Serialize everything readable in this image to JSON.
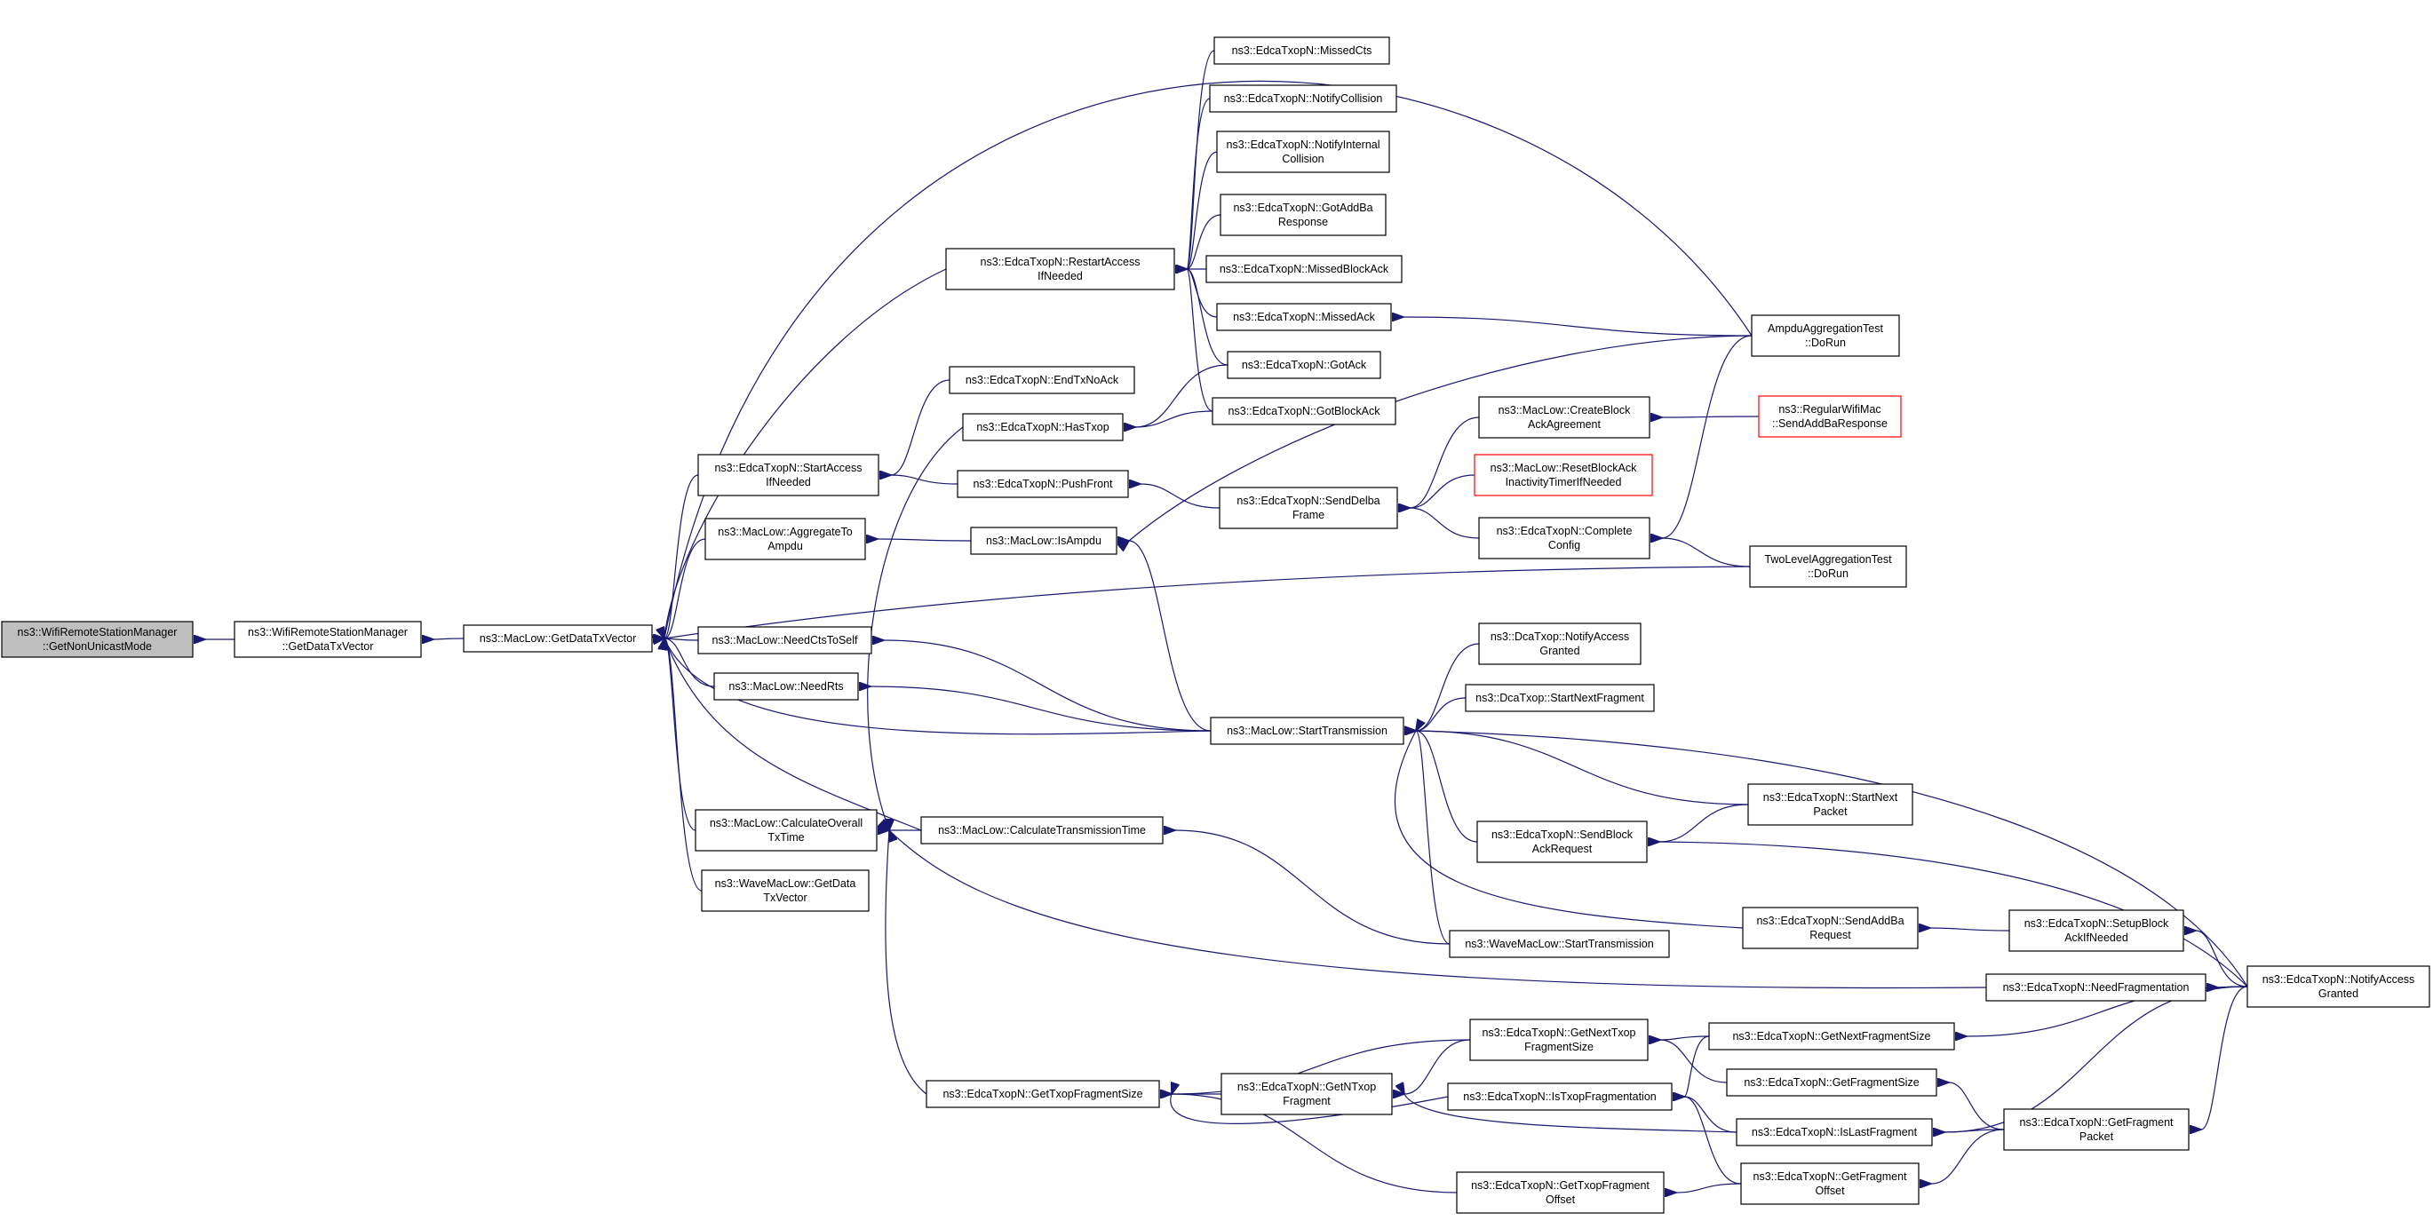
{
  "nodes": [
    {
      "id": "root",
      "lines": [
        "ns3::WifiRemoteStationManager",
        "::GetNonUnicastMode"
      ],
      "root": true
    },
    {
      "id": "wrsm_gdtv",
      "lines": [
        "ns3::WifiRemoteStationManager",
        "::GetDataTxVector"
      ]
    },
    {
      "id": "ml_gdtv",
      "lines": [
        "ns3::MacLow::GetDataTxVector"
      ]
    },
    {
      "id": "rai",
      "lines": [
        "ns3::EdcaTxopN::RestartAccess",
        "IfNeeded"
      ]
    },
    {
      "id": "sai",
      "lines": [
        "ns3::EdcaTxopN::StartAccess",
        "IfNeeded"
      ]
    },
    {
      "id": "agg",
      "lines": [
        "ns3::MacLow::AggregateTo",
        "Ampdu"
      ]
    },
    {
      "id": "ncts",
      "lines": [
        "ns3::MacLow::NeedCtsToSelf"
      ]
    },
    {
      "id": "nrts",
      "lines": [
        "ns3::MacLow::NeedRts"
      ]
    },
    {
      "id": "cotx",
      "lines": [
        "ns3::MacLow::CalculateOverall",
        "TxTime"
      ]
    },
    {
      "id": "wml_gdtv",
      "lines": [
        "ns3::WaveMacLow::GetData",
        "TxVector"
      ]
    },
    {
      "id": "mcts",
      "lines": [
        "ns3::EdcaTxopN::MissedCts"
      ]
    },
    {
      "id": "ncol",
      "lines": [
        "ns3::EdcaTxopN::NotifyCollision"
      ]
    },
    {
      "id": "nicol",
      "lines": [
        "ns3::EdcaTxopN::NotifyInternal",
        "Collision"
      ]
    },
    {
      "id": "gabr",
      "lines": [
        "ns3::EdcaTxopN::GotAddBa",
        "Response"
      ]
    },
    {
      "id": "mba",
      "lines": [
        "ns3::EdcaTxopN::MissedBlockAck"
      ]
    },
    {
      "id": "mack",
      "lines": [
        "ns3::EdcaTxopN::MissedAck"
      ]
    },
    {
      "id": "gack",
      "lines": [
        "ns3::EdcaTxopN::GotAck"
      ]
    },
    {
      "id": "gba",
      "lines": [
        "ns3::EdcaTxopN::GotBlockAck"
      ]
    },
    {
      "id": "etna",
      "lines": [
        "ns3::EdcaTxopN::EndTxNoAck"
      ]
    },
    {
      "id": "hastxop",
      "lines": [
        "ns3::EdcaTxopN::HasTxop"
      ]
    },
    {
      "id": "pushf",
      "lines": [
        "ns3::EdcaTxopN::PushFront"
      ]
    },
    {
      "id": "isampdu",
      "lines": [
        "ns3::MacLow::IsAmpdu"
      ]
    },
    {
      "id": "ctt",
      "lines": [
        "ns3::MacLow::CalculateTransmissionTime"
      ]
    },
    {
      "id": "cbaa",
      "lines": [
        "ns3::MacLow::CreateBlock",
        "AckAgreement"
      ]
    },
    {
      "id": "rbait",
      "lines": [
        "ns3::MacLow::ResetBlockAck",
        "InactivityTimerIfNeeded"
      ],
      "red": true
    },
    {
      "id": "sdf",
      "lines": [
        "ns3::EdcaTxopN::SendDelba",
        "Frame"
      ]
    },
    {
      "id": "cc",
      "lines": [
        "ns3::EdcaTxopN::Complete",
        "Config"
      ]
    },
    {
      "id": "ml_st",
      "lines": [
        "ns3::MacLow::StartTransmission"
      ]
    },
    {
      "id": "dcana",
      "lines": [
        "ns3::DcaTxop::NotifyAccess",
        "Granted"
      ]
    },
    {
      "id": "dcsnf",
      "lines": [
        "ns3::DcaTxop::StartNextFragment"
      ]
    },
    {
      "id": "sbar",
      "lines": [
        "ns3::EdcaTxopN::SendBlock",
        "AckRequest"
      ]
    },
    {
      "id": "wml_st",
      "lines": [
        "ns3::WaveMacLow::StartTransmission"
      ]
    },
    {
      "id": "ampt",
      "lines": [
        "AmpduAggregationTest",
        "::DoRun"
      ]
    },
    {
      "id": "rwm",
      "lines": [
        "ns3::RegularWifiMac",
        "::SendAddBaResponse"
      ],
      "red": true
    },
    {
      "id": "tlat",
      "lines": [
        "TwoLevelAggregationTest",
        "::DoRun"
      ]
    },
    {
      "id": "snp",
      "lines": [
        "ns3::EdcaTxopN::StartNext",
        "Packet"
      ]
    },
    {
      "id": "saba",
      "lines": [
        "ns3::EdcaTxopN::SendAddBa",
        "Request"
      ]
    },
    {
      "id": "sbain",
      "lines": [
        "ns3::EdcaTxopN::SetupBlock",
        "AckIfNeeded"
      ]
    },
    {
      "id": "nfrag",
      "lines": [
        "ns3::EdcaTxopN::NeedFragmentation"
      ]
    },
    {
      "id": "nag",
      "lines": [
        "ns3::EdcaTxopN::NotifyAccess",
        "Granted"
      ]
    },
    {
      "id": "gtfs",
      "lines": [
        "ns3::EdcaTxopN::GetTxopFragmentSize"
      ]
    },
    {
      "id": "gntf",
      "lines": [
        "ns3::EdcaTxopN::GetNTxop",
        "Fragment"
      ]
    },
    {
      "id": "gntfs",
      "lines": [
        "ns3::EdcaTxopN::GetNextTxop",
        "FragmentSize"
      ]
    },
    {
      "id": "itf",
      "lines": [
        "ns3::EdcaTxopN::IsTxopFragmentation"
      ]
    },
    {
      "id": "gnfs",
      "lines": [
        "ns3::EdcaTxopN::GetNextFragmentSize"
      ]
    },
    {
      "id": "gfs",
      "lines": [
        "ns3::EdcaTxopN::GetFragmentSize"
      ]
    },
    {
      "id": "ilf",
      "lines": [
        "ns3::EdcaTxopN::IsLastFragment"
      ]
    },
    {
      "id": "gfp",
      "lines": [
        "ns3::EdcaTxopN::GetFragment",
        "Packet"
      ]
    },
    {
      "id": "gtfo",
      "lines": [
        "ns3::EdcaTxopN::GetTxopFragment",
        "Offset"
      ]
    },
    {
      "id": "gfo",
      "lines": [
        "ns3::EdcaTxopN::GetFragment",
        "Offset"
      ]
    }
  ]
}
